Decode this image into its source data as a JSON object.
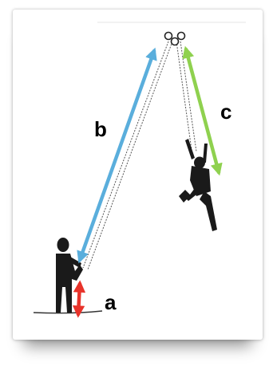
{
  "labels": {
    "a": "a",
    "b": "b",
    "c": "c"
  },
  "colors": {
    "arrow_a": "#e8332a",
    "arrow_b": "#5aaedc",
    "arrow_c": "#8fd14f",
    "figures": "#1a1a1a",
    "rope": "#555555"
  }
}
